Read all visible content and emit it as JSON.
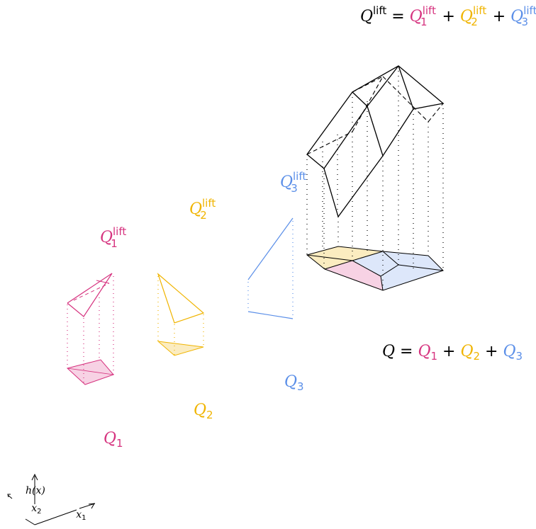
{
  "colors": {
    "q1": "#d6337f",
    "q2": "#f0b400",
    "q3": "#5b8fe8",
    "ink": "#000000",
    "q1_fill": "#f7d2e4",
    "q2_fill": "#fbecc0",
    "q3_fill": "#dde7fa"
  },
  "equations": {
    "lift": {
      "lhs": "Q",
      "lhs_sup": "lift",
      "eq": " = ",
      "plus": " + ",
      "terms": [
        {
          "base": "Q",
          "sub": "1",
          "sup": "lift",
          "color_key": "q1"
        },
        {
          "base": "Q",
          "sub": "2",
          "sup": "lift",
          "color_key": "q2"
        },
        {
          "base": "Q",
          "sub": "3",
          "sup": "lift",
          "color_key": "q3"
        }
      ]
    },
    "base": {
      "lhs": "Q",
      "eq": " = ",
      "plus": " + ",
      "terms": [
        {
          "base": "Q",
          "sub": "1",
          "color_key": "q1"
        },
        {
          "base": "Q",
          "sub": "2",
          "color_key": "q2"
        },
        {
          "base": "Q",
          "sub": "3",
          "color_key": "q3"
        }
      ]
    }
  },
  "labels": {
    "q1_lift": {
      "base": "Q",
      "sub": "1",
      "sup": "lift"
    },
    "q2_lift": {
      "base": "Q",
      "sub": "2",
      "sup": "lift"
    },
    "q3_lift": {
      "base": "Q",
      "sub": "3",
      "sup": "lift"
    },
    "q1": {
      "base": "Q",
      "sub": "1"
    },
    "q2": {
      "base": "Q",
      "sub": "2"
    },
    "q3": {
      "base": "Q",
      "sub": "3"
    }
  },
  "axes": {
    "h": "h(x)",
    "x1_base": "x",
    "x1_sub": "1",
    "x2_base": "x",
    "x2_sub": "2"
  }
}
